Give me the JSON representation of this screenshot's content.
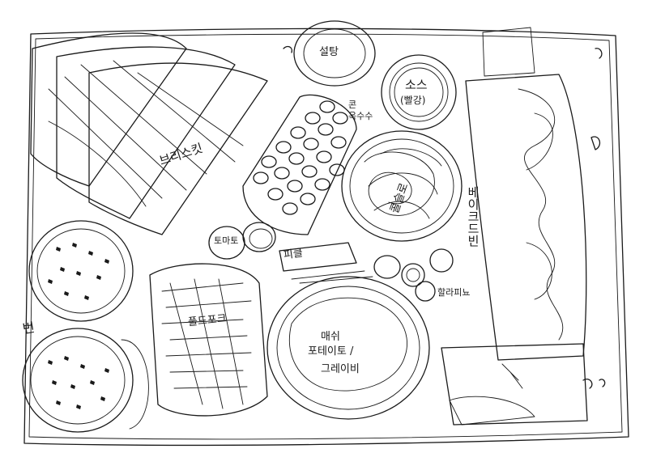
{
  "labels": {
    "bun": "번",
    "sugar": "설탕",
    "sauce": "소스",
    "sauce_sub": "(빨강)",
    "corn": "콘",
    "corn_sub": "옥수수",
    "jalapeno": "할라피뇨",
    "tomato": "토마토",
    "pickle": "피클",
    "coleslaw": "콜슬로",
    "bbq_beans": "베이크드빈",
    "pulled_pork": "풀드포크",
    "mashed": "매쉬",
    "mashed_sub": "포테이토 /",
    "gravy": "그레이비",
    "brisket": "브리스킷",
    "pulled": "풀드",
    "pork_text": "포크"
  },
  "colors": {
    "ink": "#1a1a1a",
    "paper": "#ffffff"
  }
}
